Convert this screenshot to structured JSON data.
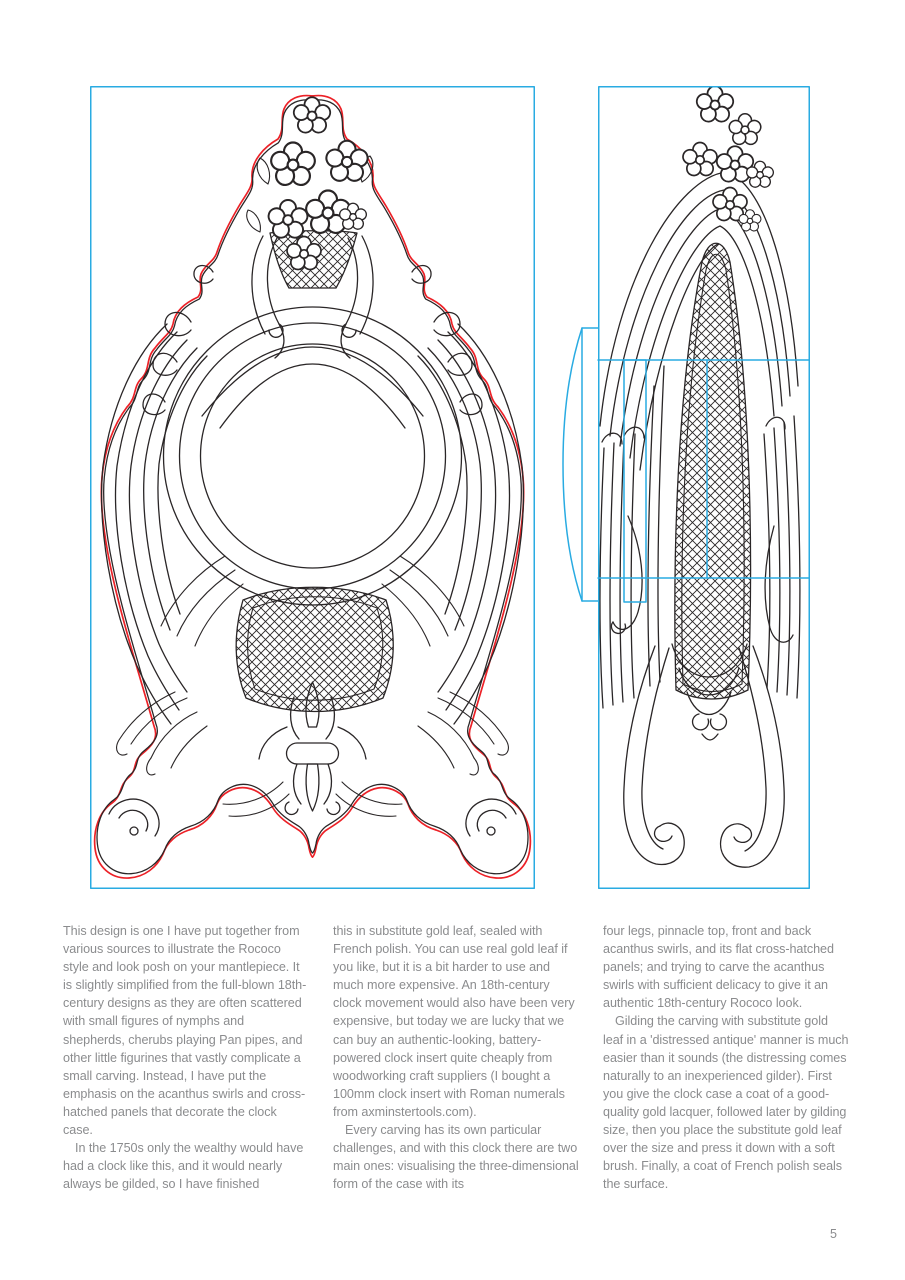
{
  "page": {
    "number": "5"
  },
  "colors": {
    "cyan": "#29abe2",
    "red": "#ec2127",
    "ink": "#2a2627",
    "text_gray": "#8b8c8e"
  },
  "columns": [
    {
      "paragraphs": [
        "This design is one I have put together from various sources to illustrate the Rococo style and look posh on your mantlepiece. It is slightly simplified from the full-blown 18th-century designs as they are often scattered with small figures of nymphs and shepherds, cherubs playing Pan pipes, and other little figurines that vastly complicate a small carving. Instead, I have put the emphasis on the acanthus swirls and cross-hatched panels that decorate the clock case.",
        "In the 1750s only the wealthy would have had a clock like this, and it would nearly always be gilded, so I have finished"
      ]
    },
    {
      "paragraphs": [
        "this in substitute gold leaf, sealed with French polish. You can use real gold leaf if you like, but it is a bit harder to use and much more expensive. An 18th-century clock movement would also have been very expensive, but today we are lucky that we can buy an authentic-looking, battery-powered clock insert quite cheaply from woodworking craft suppliers (I bought a 100mm clock insert with Roman numerals from axminstertools.com).",
        "Every carving has its own particular challenges, and with this clock there are two main ones: visualising the three-dimensional form of the case with its"
      ]
    },
    {
      "paragraphs": [
        "four legs, pinnacle top, front and back acanthus swirls, and its flat cross-hatched panels; and trying to carve the acanthus swirls with sufficient delicacy to give it an authentic 18th-century Rococo look.",
        "Gilding the carving with substitute gold leaf in a 'distressed antique' manner is much easier than it sounds (the distressing comes naturally to an inexperienced gilder). First you give the clock case a coat of a good-quality gold lacquer, followed later by gilding size, then you place the substitute gold leaf over the size and press it down with a soft brush. Finally, a coat of French polish seals the surface."
      ]
    }
  ]
}
